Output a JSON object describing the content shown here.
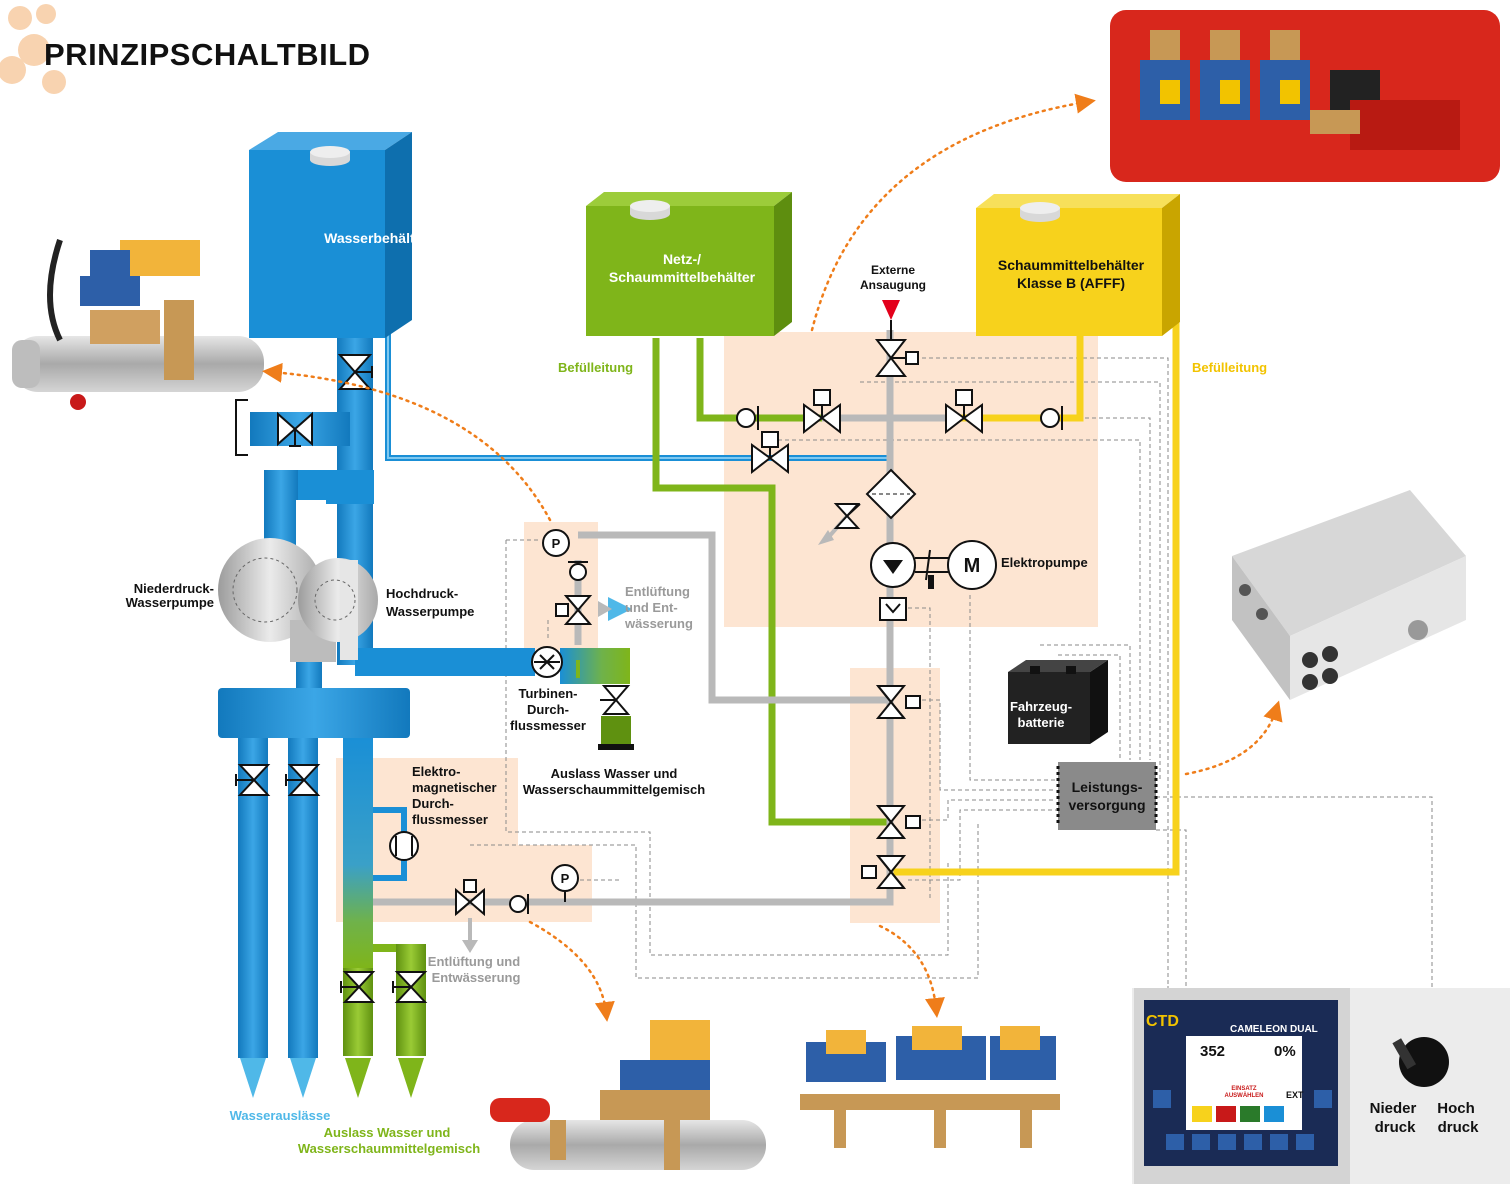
{
  "title": "PRINZIPSCHALTBILD",
  "colors": {
    "water": "#1a8fd6",
    "green": "#7fb51a",
    "yellow": "#f7d21c",
    "grey_pipe": "#b9b9b9",
    "zone": "#fde5d2",
    "accent_orange": "#ef7d1a"
  },
  "labels": {
    "wasserbehaelter": "Wasserbehälter",
    "netz_1": "Netz-/",
    "netz_2": "Schaummittelbehälter",
    "schaum_1": "Schaummittelbehälter",
    "schaum_2": "Klasse B (AFFF)",
    "befuell_left": "Befülleitung",
    "befuell_right": "Befülleitung",
    "extern_1": "Externe",
    "extern_2": "Ansaugung",
    "elektropumpe": "Elektropumpe",
    "motor": "M",
    "niederdruck_1": "Niederdruck-",
    "niederdruck_2": "Wasserpumpe",
    "hochdruck_1": "Hochdruck-",
    "hochdruck_2": "Wasserpumpe",
    "entl1_1": "Entlüftung",
    "entl1_2": "und Ent-",
    "entl1_3": "wässerung",
    "turbine_1": "Turbinen-",
    "turbine_2": "Durch-",
    "turbine_3": "flussmesser",
    "auslass_mid_1": "Auslass Wasser und",
    "auslass_mid_2": "Wasserschaummittelgemisch",
    "elektro_1": "Elektro-",
    "elektro_2": "magnetischer",
    "elektro_3": "Durch-",
    "elektro_4": "flussmesser",
    "pressure": "P",
    "entl2_1": "Entlüftung und",
    "entl2_2": "Entwässerung",
    "batterie_1": "Fahrzeug-",
    "batterie_2": "batterie",
    "leistung_1": "Leistungs-",
    "leistung_2": "versorgung",
    "wasserauslaesse": "Wasserauslässe",
    "auslass_bot_1": "Auslass Wasser und",
    "auslass_bot_2": "Wasserschaummittelgemisch",
    "panel_brand": "CTD",
    "panel_name": "CAMELEON DUAL",
    "panel_value_1": "352",
    "panel_value_2": "0%",
    "panel_einsatz_1": "EINSATZ",
    "panel_einsatz_2": "AUSWÄHLEN",
    "panel_ext": "EXT",
    "nieder_1": "Nieder",
    "nieder_2": "druck",
    "hoch_1": "Hoch",
    "hoch_2": "druck"
  }
}
